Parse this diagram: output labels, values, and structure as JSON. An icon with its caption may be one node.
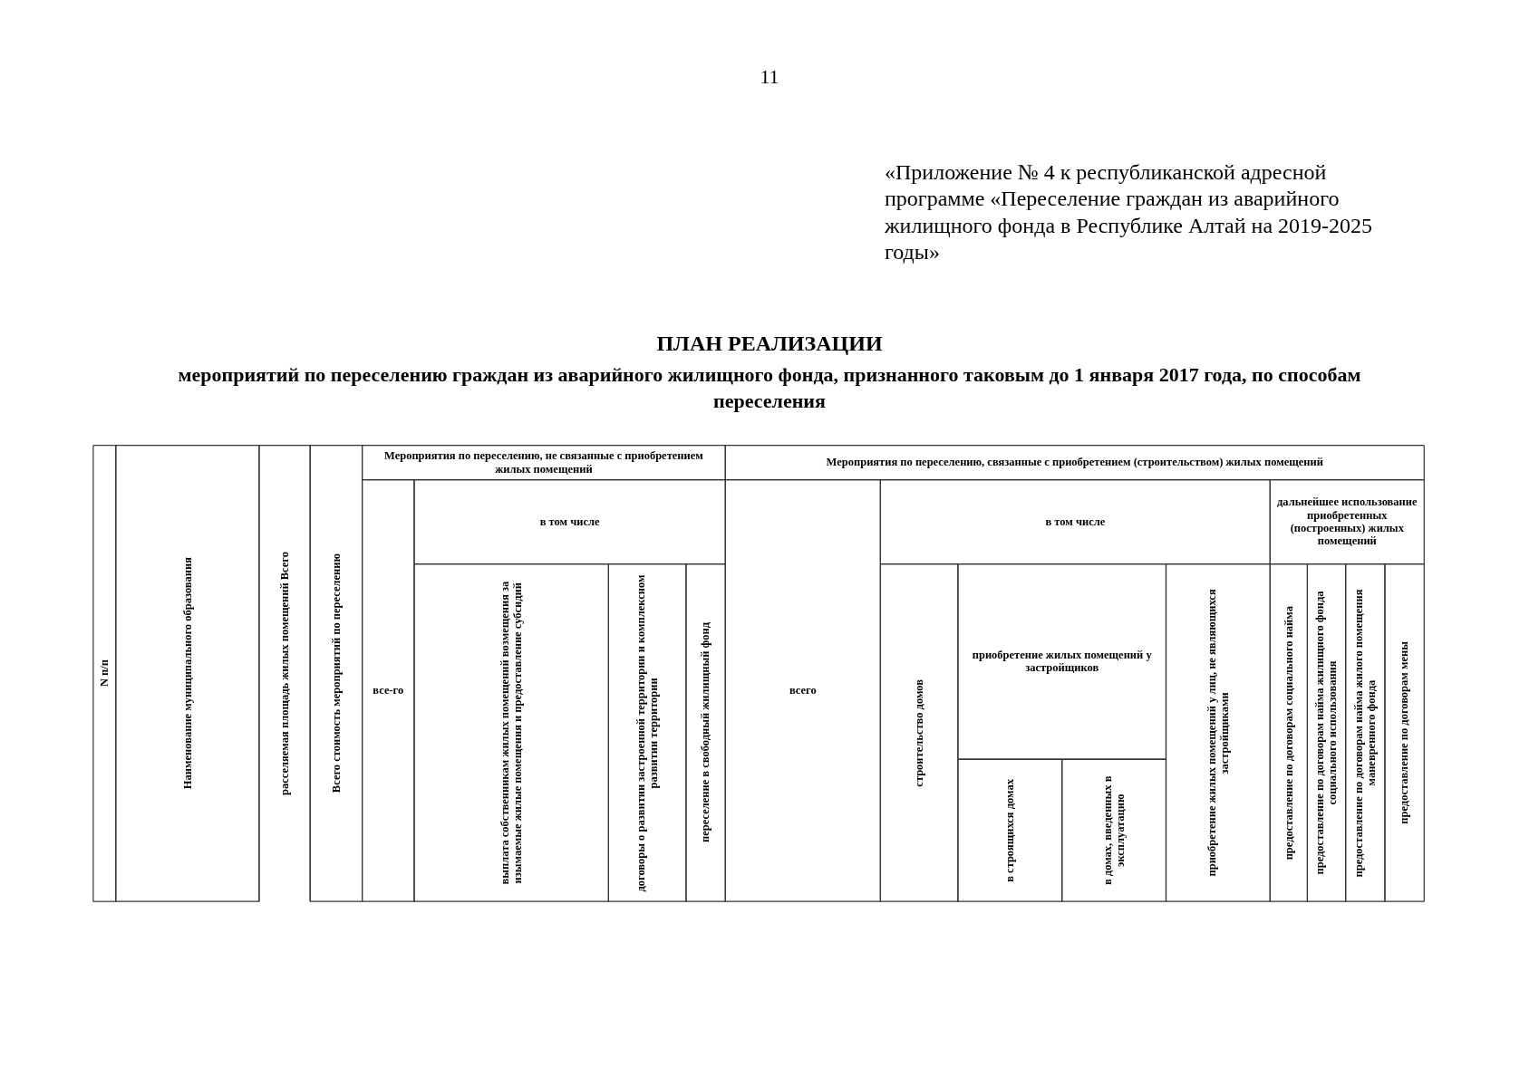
{
  "diagram": {
    "title": "ПЛАН РЕАЛИЗАЦИИ",
    "labels": [
      "11",
      "«Приложение № 4 к республиканской адресной программе «Переселение граждан из аварийного жилищного фонда в Республике Алтай на 2019-2025 годы»",
      "мероприятий по переселению граждан из аварийного жилищного фонда, признанного таковым до 1 января 2017 года, по способам переселения",
      "N п/п",
      "Наименование муниципального образования",
      "расселяемая площадь жилых помещений Всего",
      "Всего стоимость мероприятий по переселению",
      "Мероприятия по переселению, не связанные с приобретением жилых помещений",
      "Мероприятия по переселению, связанные с приобретением (строительством) жилых помещений",
      "все-го",
      "в том числе",
      "всего",
      "в том числе",
      "дальнейшее использование приобретенных (построенных) жилых помещений",
      "выплата собственникам жилых помещений возмещения за изымаемые жилые помещения и предоставление субсидий",
      "договоры о развитии застроенной территории и комплексном развитии территории",
      "переселение в свободный жилищный фонд",
      "строительство домов",
      "приобретение жилых помещений у застройщиков",
      "приобретение жилых помещений у лиц, не являющихся застройщиками",
      "предоставление по договорам социального найма",
      "предоставление по договорам найма жилищного фонда социального использования",
      "предоставление по договорам найма жилого помещения маневренного фонда",
      "предоставление по договорам мены",
      "в строящихся домах",
      "в домах, введенных в эксплуатацию"
    ]
  }
}
